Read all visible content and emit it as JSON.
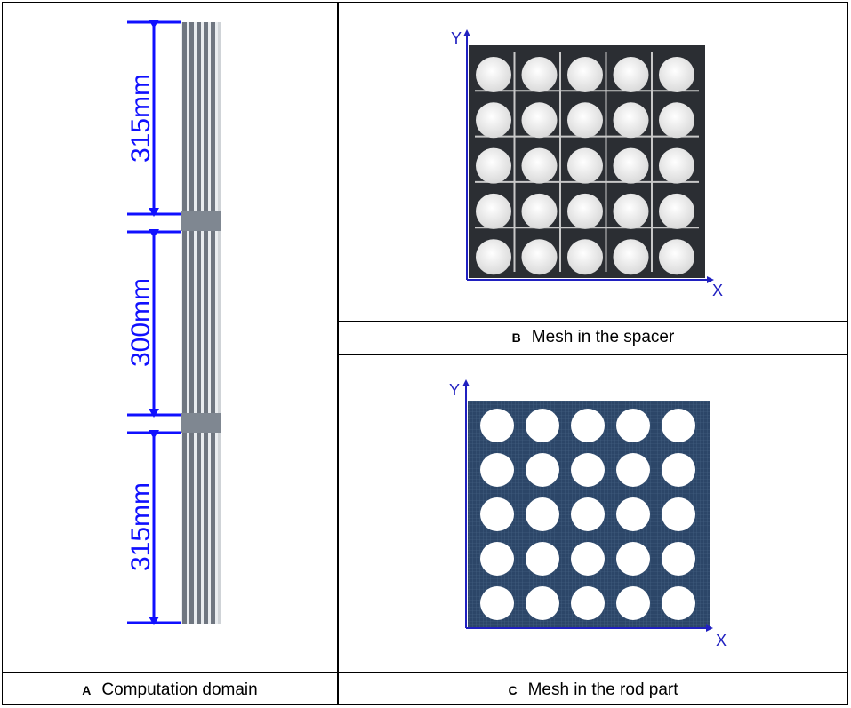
{
  "panels": {
    "a": {
      "letter": "A",
      "caption": "Computation domain",
      "dimensions": [
        {
          "label": "315mm"
        },
        {
          "label": "300mm"
        },
        {
          "label": "315mm"
        }
      ]
    },
    "b": {
      "letter": "B",
      "caption": "Mesh in the spacer",
      "axis_x": "X",
      "axis_y": "Y"
    },
    "c": {
      "letter": "C",
      "caption": "Mesh in the rod part",
      "axis_x": "X",
      "axis_y": "Y"
    }
  },
  "colors": {
    "dimension": "#1010ff",
    "axis": "#2020c0",
    "spacer_mesh": "#2b2e33",
    "rod_mesh": "#2c4668",
    "rod_bundle": "#6f7680"
  }
}
